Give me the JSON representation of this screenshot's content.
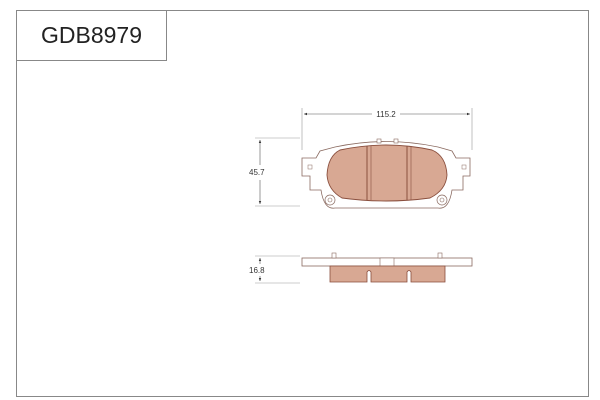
{
  "title": "GDB8979",
  "dimensions": {
    "width": "115.2",
    "height": "45.7",
    "thickness": "16.8"
  },
  "colors": {
    "friction_fill": "#d8a893",
    "friction_stroke": "#8a4f3e",
    "plate_stroke": "#8a6a60"
  }
}
